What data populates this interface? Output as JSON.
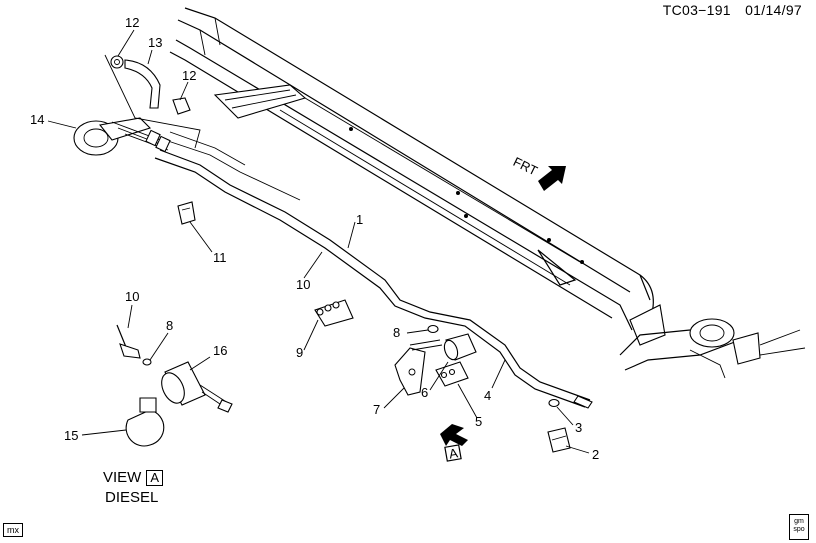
{
  "header": {
    "drawing_id": "TC03−191",
    "date": "01/14/97"
  },
  "front_label": "FRT",
  "view_label": {
    "view": "VIEW",
    "marker": "A",
    "engine": "DIESEL"
  },
  "marker_A": "A",
  "corner_tag": "mx",
  "logo": {
    "text_top": "gm",
    "text_bottom": "spo"
  },
  "callouts": [
    "12",
    "13",
    "12",
    "14",
    "11",
    "1",
    "10",
    "10",
    "8",
    "16",
    "15",
    "9",
    "8",
    "7",
    "6",
    "5",
    "4",
    "3",
    "2"
  ]
}
